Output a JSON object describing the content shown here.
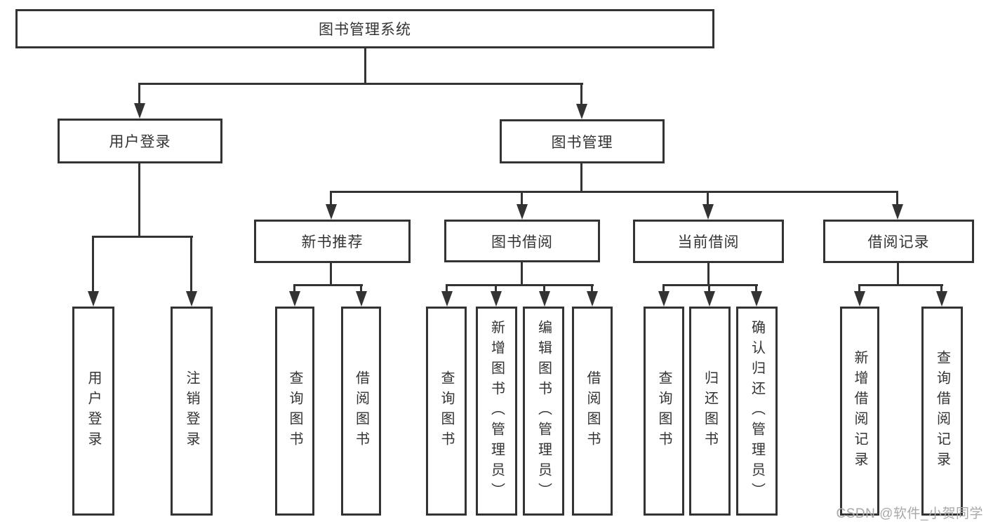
{
  "diagram": {
    "root": {
      "label": "图书管理系统"
    },
    "branches": [
      {
        "label": "用户登录",
        "children": [
          {
            "label": "用户登录"
          },
          {
            "label": "注销登录"
          }
        ]
      },
      {
        "label": "图书管理",
        "children": [
          {
            "label": "新书推荐",
            "children": [
              {
                "label": "查询图书"
              },
              {
                "label": "借阅图书"
              }
            ]
          },
          {
            "label": "图书借阅",
            "children": [
              {
                "label": "查询图书"
              },
              {
                "label": "新增图书（管理员）"
              },
              {
                "label": "编辑图书（管理员）"
              },
              {
                "label": "借阅图书"
              }
            ]
          },
          {
            "label": "当前借阅",
            "children": [
              {
                "label": "查询图书"
              },
              {
                "label": "归还图书"
              },
              {
                "label": "确认归还（管理员）"
              }
            ]
          },
          {
            "label": "借阅记录",
            "children": [
              {
                "label": "新增借阅记录"
              },
              {
                "label": "查询借阅记录"
              }
            ]
          }
        ]
      }
    ]
  },
  "watermark": {
    "text": "CSDN @软件_小贺同学"
  },
  "colors": {
    "line": "#333333",
    "box_border": "#333333",
    "text": "#333333",
    "watermark_text": "#a8a8a8",
    "background": "#ffffff"
  }
}
